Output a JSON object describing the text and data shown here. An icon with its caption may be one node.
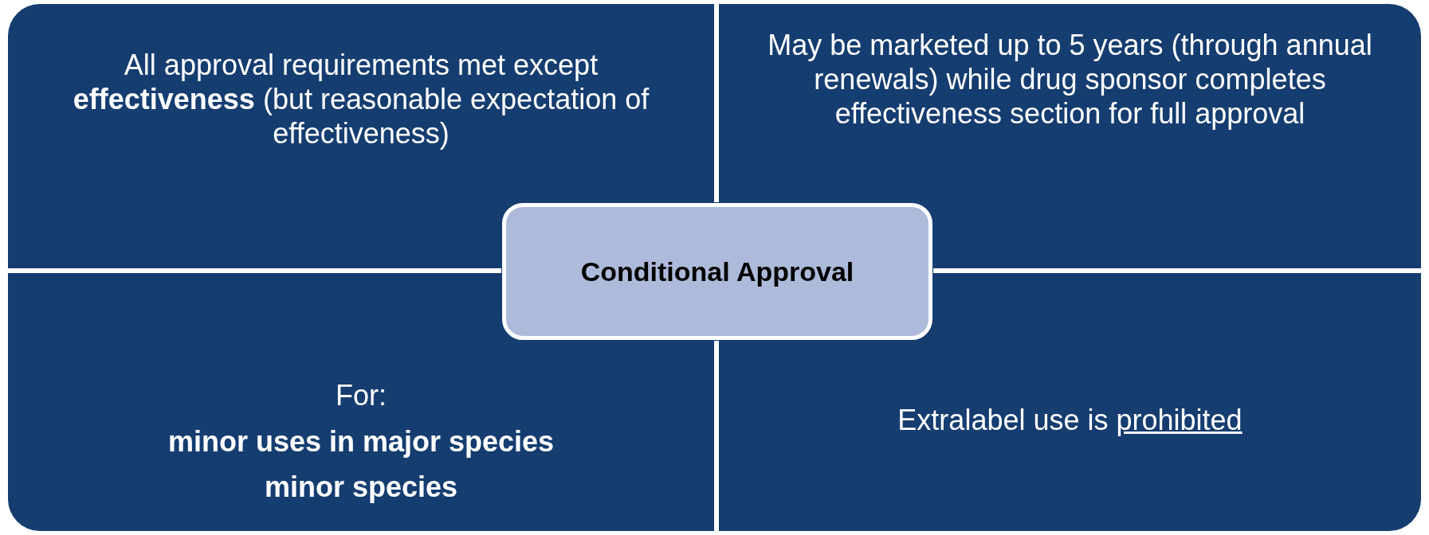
{
  "diagram": {
    "nodes": [
      {
        "text": [
          "All approval requirements met except **effectiveness** (but reasonable expectation of effectiveness)"
        ]
      },
      {
        "text": [
          "May be marketed up to 5 years (through annual renewals) while drug sponsor completes effectiveness section for full approval"
        ]
      },
      {
        "text": [
          "For:",
          "minor uses in major species",
          "minor species"
        ]
      },
      {
        "text": [
          "Extralabel use is prohibited"
        ]
      },
      {
        "text": [
          "Conditional Approval"
        ]
      }
    ]
  }
}
